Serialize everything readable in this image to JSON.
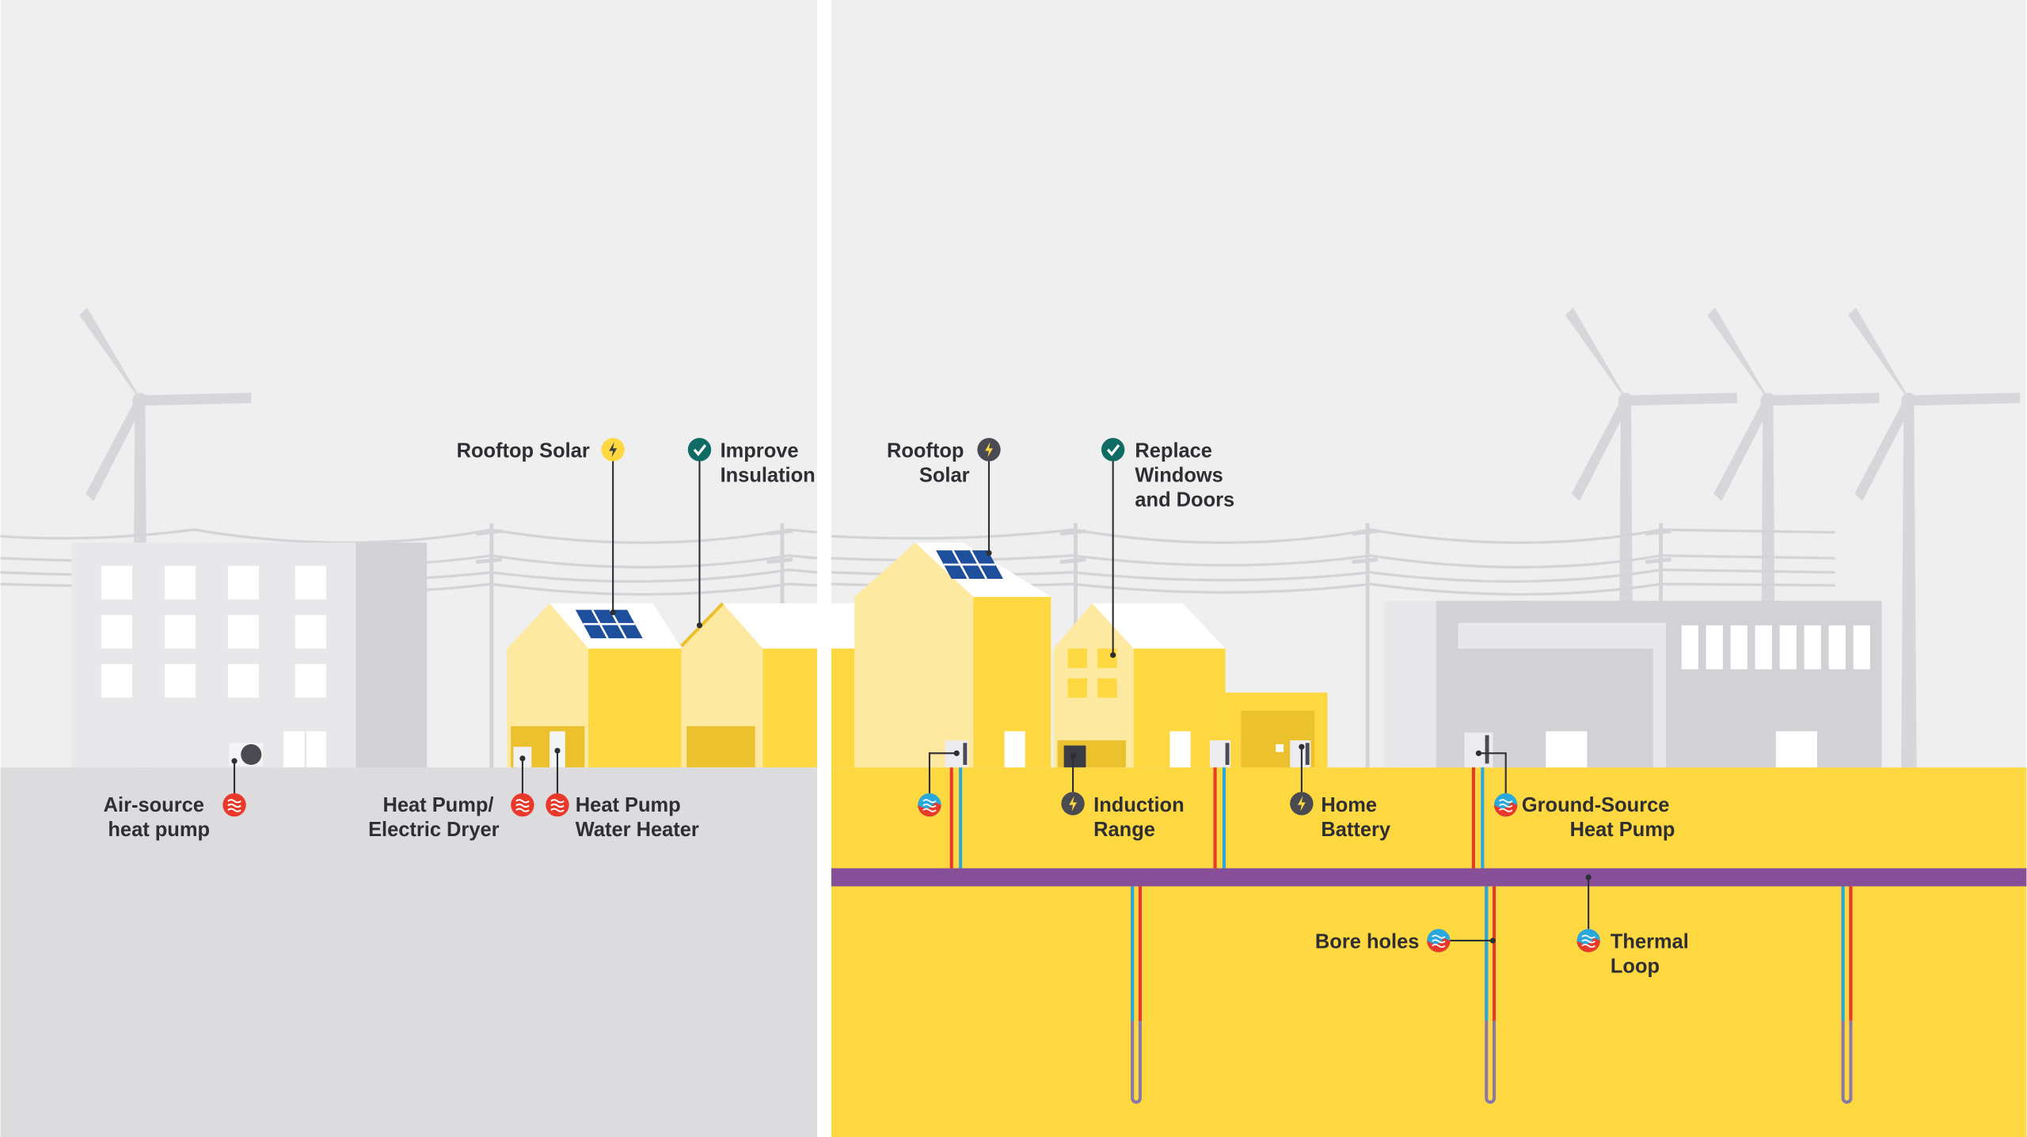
{
  "colors": {
    "sky": "#efeff0",
    "ground_left": "#dcdcdf",
    "ground_right": "#fdd841",
    "thermal_loop": "#874f98",
    "heat_red": "#e8392b",
    "cool_blue": "#2aa8dc",
    "check_teal": "#0f6b64",
    "solar_blue": "#1d4f9c"
  },
  "left_scene": {
    "rooftop_solar": {
      "label": "Rooftop Solar",
      "icon": "bolt-icon"
    },
    "improve_insulation": {
      "lines": [
        "Improve",
        "Insulation"
      ],
      "icon": "check-icon"
    },
    "air_source_heat_pump": {
      "lines": [
        "Air-source",
        "heat pump"
      ],
      "icon": "heat-icon"
    },
    "heat_pump_dryer": {
      "lines": [
        "Heat Pump/",
        "Electric Dryer"
      ],
      "icon": "heat-icon"
    },
    "heat_pump_water_heater": {
      "lines": [
        "Heat Pump",
        "Water Heater"
      ],
      "icon": "heat-icon"
    }
  },
  "right_scene": {
    "rooftop_solar": {
      "lines": [
        "Rooftop",
        "Solar"
      ],
      "icon": "bolt-icon"
    },
    "replace_windows": {
      "lines": [
        "Replace",
        "Windows",
        "and Doors"
      ],
      "icon": "check-icon"
    },
    "induction_range": {
      "lines": [
        "Induction",
        "Range"
      ],
      "icon": "bolt-icon"
    },
    "home_battery": {
      "lines": [
        "Home",
        "Battery"
      ],
      "icon": "bolt-icon"
    },
    "ground_source_heat_pump": {
      "lines": [
        "Ground-Source",
        "Heat Pump"
      ],
      "icon": "ground-source-icon"
    },
    "bore_holes": {
      "label": "Bore holes",
      "icon": "ground-source-icon"
    },
    "thermal_loop": {
      "lines": [
        "Thermal",
        "Loop"
      ],
      "icon": "ground-source-icon"
    }
  }
}
